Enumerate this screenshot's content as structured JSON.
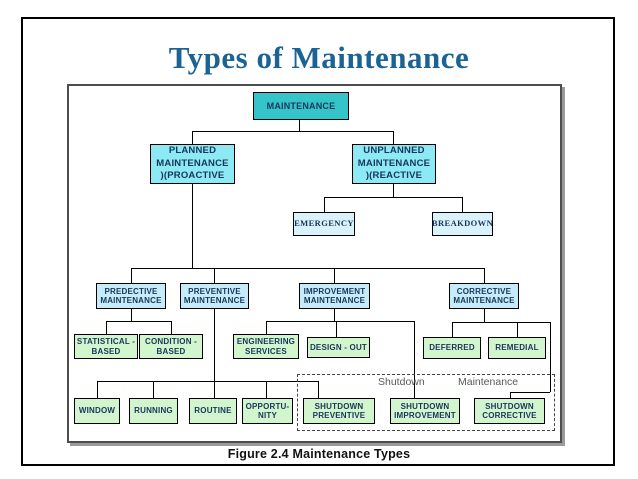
{
  "page": {
    "title": "Types of Maintenance",
    "caption": "Figure 2.4  Maintenance Types"
  },
  "colors": {
    "title_text": "#1b6394",
    "node_text": "#17365d",
    "root_fill": "#35c4c9",
    "level2_fill": "#8de9f3",
    "category_fill": "#c6ecf9",
    "unplanned_children_fill": "#d9f2fb",
    "leaf_fill": "#d2f5cd",
    "frame_border": "#4d4d4d",
    "group_label_text": "#595959"
  },
  "diagram": {
    "nodes": {
      "maintenance": {
        "lines": [
          "MAINTENANCE"
        ]
      },
      "planned": {
        "lines": [
          "PLANNED",
          "MAINTENANCE",
          ")(PROACTIVE"
        ]
      },
      "unplanned": {
        "lines": [
          "UNPLANNED",
          "MAINTENANCE",
          ")(REACTIVE"
        ]
      },
      "emergency": {
        "lines": [
          "EMERGENCY"
        ]
      },
      "breakdown": {
        "lines": [
          "BREAKDOWN"
        ]
      },
      "predective": {
        "lines": [
          "PREDECTIVE",
          "MAINTENANCE"
        ]
      },
      "preventive": {
        "lines": [
          "PREVENTIVE",
          "MAINTENANCE"
        ]
      },
      "improvement": {
        "lines": [
          "IMPROVEMENT",
          "MAINTENANCE"
        ]
      },
      "corrective": {
        "lines": [
          "CORRECTIVE",
          "MAINTENANCE"
        ]
      },
      "statistical": {
        "lines": [
          "STATISTICAL -",
          "BASED"
        ]
      },
      "condition": {
        "lines": [
          "CONDITION -",
          "BASED"
        ]
      },
      "engineering": {
        "lines": [
          "ENGINEERING",
          "SERVICES"
        ]
      },
      "design_out": {
        "lines": [
          "DESIGN - OUT"
        ]
      },
      "deferred": {
        "lines": [
          "DEFERRED"
        ]
      },
      "remedial": {
        "lines": [
          "REMEDIAL"
        ]
      },
      "window": {
        "lines": [
          "WINDOW"
        ]
      },
      "running": {
        "lines": [
          "RUNNING"
        ]
      },
      "routine": {
        "lines": [
          "ROUTINE"
        ]
      },
      "opportunity": {
        "lines": [
          "OPPORTU-",
          "NITY"
        ]
      },
      "shutdown_preventive": {
        "lines": [
          "SHUTDOWN",
          "PREVENTIVE"
        ]
      },
      "shutdown_improvement": {
        "lines": [
          "SHUTDOWN",
          "IMPROVEMENT"
        ]
      },
      "shutdown_corrective": {
        "lines": [
          "SHUTDOWN",
          "CORRECTIVE"
        ]
      }
    },
    "group_label": {
      "word1": "Shutdown",
      "word2": "Maintenance"
    }
  }
}
